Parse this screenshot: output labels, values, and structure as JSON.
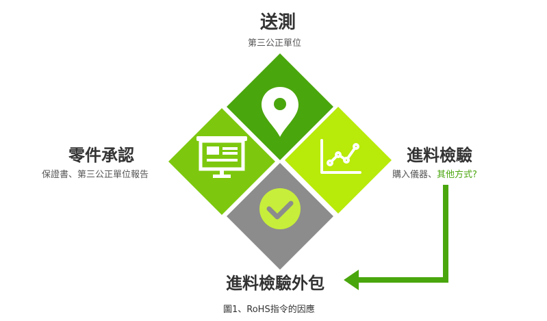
{
  "top": {
    "title": "送測",
    "subtitle": "第三公正單位"
  },
  "left": {
    "title": "零件承認",
    "subtitle": "保證書、第三公正單位報告"
  },
  "right": {
    "title": "進料檢驗",
    "subtitle_main": "購入儀器、",
    "subtitle_accent": "其他方式?"
  },
  "bottom": {
    "title": "進料檢驗外包"
  },
  "caption": "圖1、RoHS指令的因應",
  "colors": {
    "top_diamond": "#4aa60d",
    "left_diamond": "#7dc80f",
    "right_diamond": "#b8ea0a",
    "bottom_diamond": "#8c8c8c",
    "accent_text": "#4aa60d",
    "arrow": "#4aa60d",
    "check_circle": "#c7ee3a"
  },
  "icons": {
    "top": "location-pin-icon",
    "left": "presentation-board-icon",
    "right": "line-chart-icon",
    "bottom": "check-circle-icon"
  }
}
